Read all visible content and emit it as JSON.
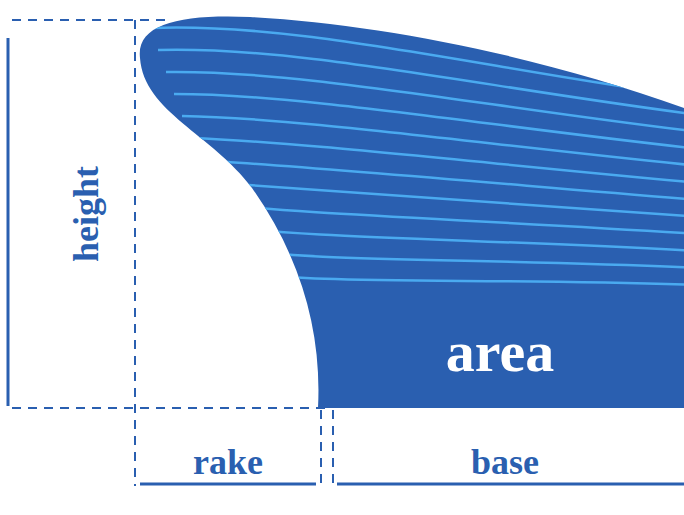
{
  "diagram": {
    "nodes": [
      {
        "text": [
          "area"
        ]
      }
    ],
    "labels": [
      "height",
      "rake",
      "base"
    ]
  }
}
